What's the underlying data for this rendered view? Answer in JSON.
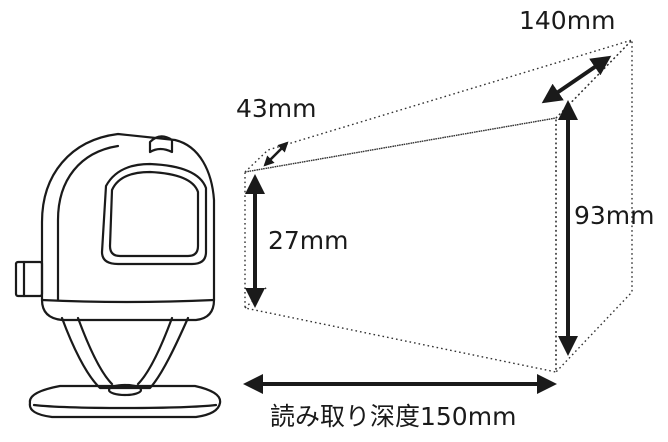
{
  "labels": {
    "width_far": "140mm",
    "width_near": "43mm",
    "height_near": "27mm",
    "height_far": "93mm",
    "depth": "読み取り深度150mm"
  },
  "colors": {
    "line": "#1a1a1a",
    "dotted": "#333333",
    "background": "#ffffff"
  },
  "icons": {
    "device": "barcode-scanner-icon"
  }
}
